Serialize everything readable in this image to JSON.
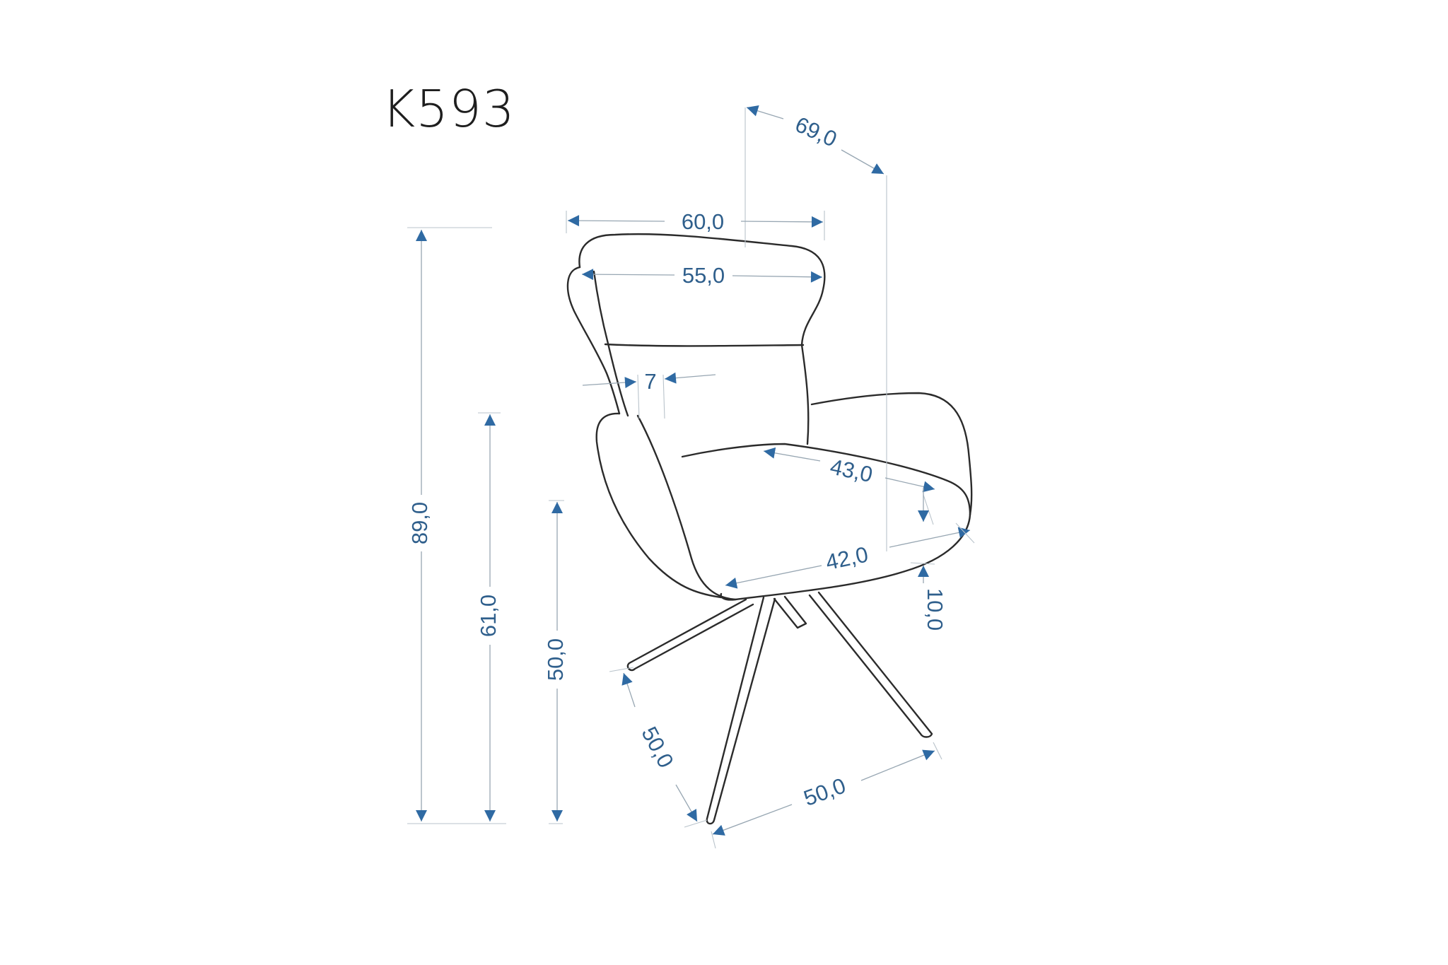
{
  "title": "K593",
  "colors": {
    "dimension_text": "#2f5f8c",
    "arrow": "#2f6aa3",
    "outline": "#2b2b2b",
    "guide_line": "#97a6b2"
  },
  "dimensions": {
    "total_depth": "69,0",
    "total_width": "60,0",
    "backrest_width": "55,0",
    "backrest_thickness": "7",
    "total_height": "89,0",
    "armrest_height": "61,0",
    "seat_height": "50,0",
    "seat_depth": "43,0",
    "seat_width": "42,0",
    "seat_to_armrest": "10,0",
    "base_depth": "50,0",
    "base_width": "50,0"
  }
}
